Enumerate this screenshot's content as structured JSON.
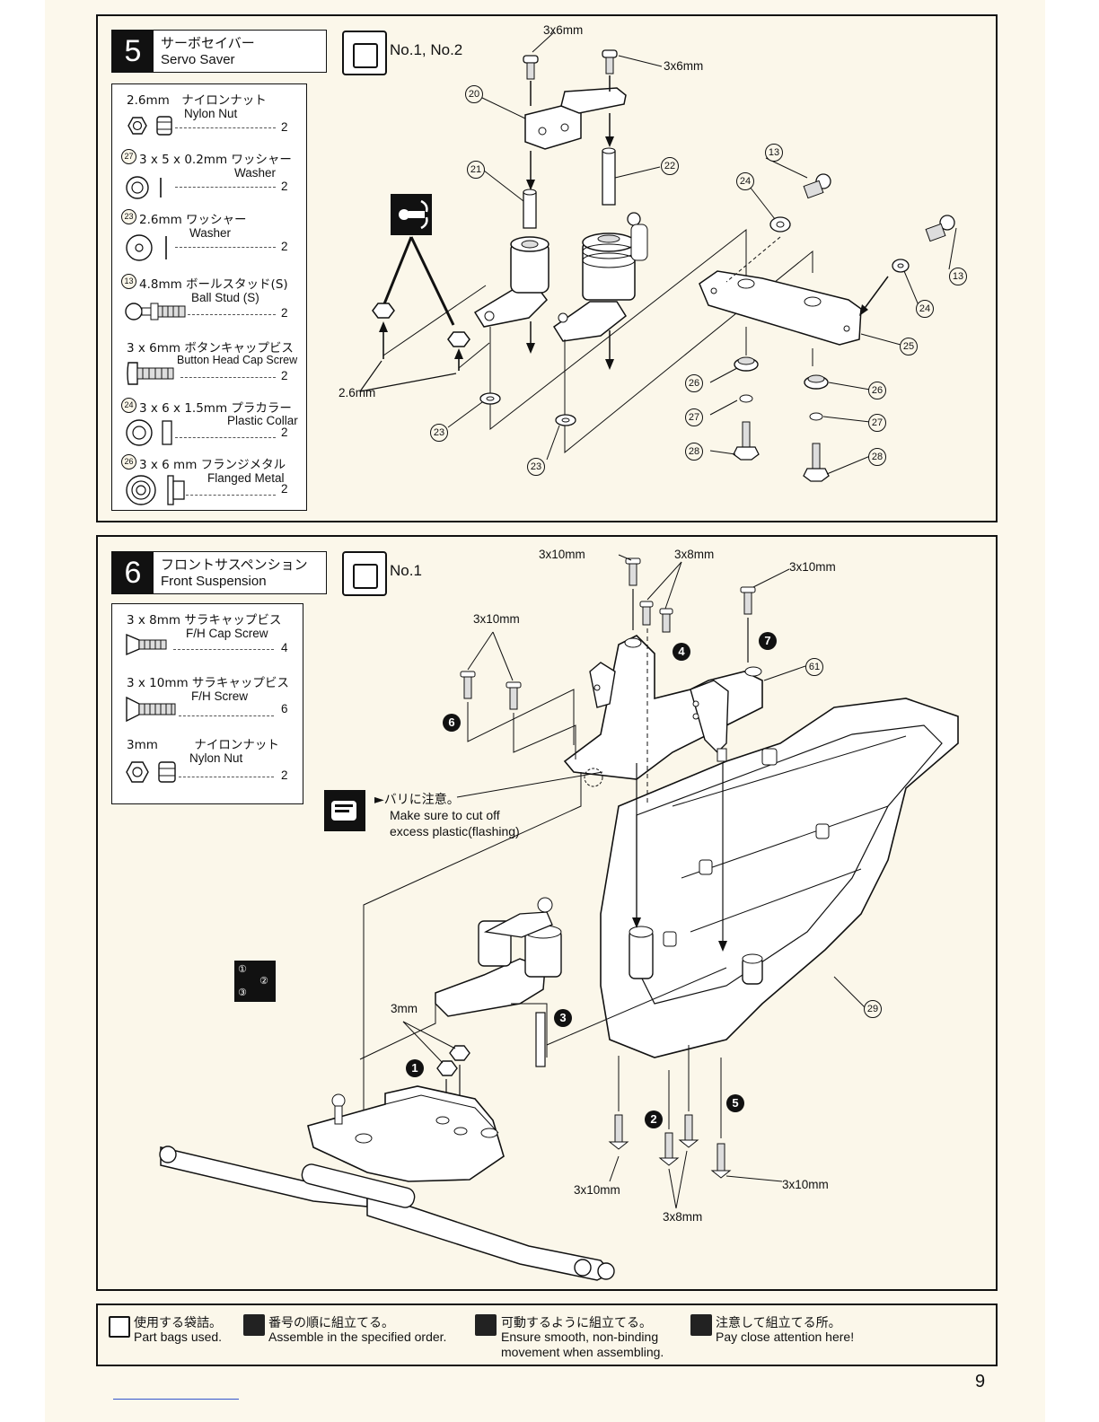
{
  "step5": {
    "number": "5",
    "title_jp": "サーボセイバー",
    "title_en": "Servo Saver",
    "bag_label": "No.1, No.2",
    "parts": [
      {
        "id": "",
        "jp": "2.6mm　ナイロンナット",
        "en": "Nylon Nut",
        "qty": "2"
      },
      {
        "id": "27",
        "jp": "3 x 5 x 0.2mm ワッシャー",
        "en": "Washer",
        "qty": "2"
      },
      {
        "id": "23",
        "jp": "2.6mm ワッシャー",
        "en": "Washer",
        "qty": "2"
      },
      {
        "id": "13",
        "jp": "4.8mm ボールスタッド(S)",
        "en": "Ball Stud (S)",
        "qty": "2"
      },
      {
        "id": "",
        "jp": "3 x 6mm ボタンキャップビス",
        "en": "Button Head Cap Screw",
        "qty": "2"
      },
      {
        "id": "24",
        "jp": "3 x 6 x 1.5mm プラカラー",
        "en": "Plastic Collar",
        "qty": "2"
      },
      {
        "id": "26",
        "jp": "3 x 6 mm フランジメタル",
        "en": "Flanged Metal",
        "qty": "2"
      }
    ],
    "labels": {
      "screw_a": "3x6mm",
      "screw_b": "3x6mm",
      "nut": "2.6mm"
    },
    "callouts": [
      "20",
      "21",
      "22",
      "13",
      "24",
      "13",
      "24",
      "25",
      "26",
      "26",
      "27",
      "27",
      "28",
      "28",
      "23",
      "23"
    ]
  },
  "step6": {
    "number": "6",
    "title_jp": "フロントサスペンション",
    "title_en": "Front Suspension",
    "bag_label": "No.1",
    "parts": [
      {
        "jp": "3 x 8mm サラキャップビス",
        "en": "F/H Cap Screw",
        "qty": "4"
      },
      {
        "jp": "3 x 10mm サラキャップビス",
        "en": "F/H Screw",
        "qty": "6"
      },
      {
        "jp": "3mm　　　ナイロンナット",
        "en": "Nylon Nut",
        "qty": "2"
      }
    ],
    "labels": {
      "top_a": "3x10mm",
      "top_b": "3x8mm",
      "top_c": "3x10mm",
      "left": "3x10mm",
      "nut": "3mm",
      "bottom_a": "3x10mm",
      "bottom_b": "3x8mm",
      "bottom_c": "3x10mm"
    },
    "note_jp": "►バリに注意。",
    "note_en_1": "Make sure to cut off",
    "note_en_2": "excess plastic(flashing)",
    "callout_61": "61",
    "callout_29": "29",
    "order_marks": [
      "1",
      "2",
      "3",
      "4",
      "5",
      "6",
      "7"
    ],
    "order_icon": [
      "①",
      "②",
      "③"
    ]
  },
  "legend": [
    {
      "jp": "使用する袋詰。",
      "en": "Part bags used."
    },
    {
      "jp": "番号の順に組立てる。",
      "en": "Assemble in the specified order."
    },
    {
      "jp": "可動するように組立てる。",
      "en": "Ensure smooth, non-binding",
      "en2": "movement when assembling."
    },
    {
      "jp": "注意して組立てる所。",
      "en": "Pay close attention here!"
    }
  ],
  "page_number": "9"
}
